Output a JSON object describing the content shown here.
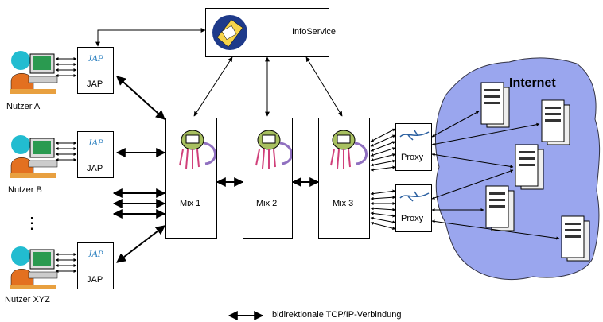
{
  "infoservice": {
    "label": "InfoService"
  },
  "users": [
    {
      "label": "Nutzer A"
    },
    {
      "label": "Nutzer B"
    },
    {
      "label": "Nutzer XYZ"
    }
  ],
  "ellipsis": "⋮",
  "jap": {
    "logo": "JAP",
    "label": "JAP"
  },
  "mixes": [
    {
      "label": "Mix 1"
    },
    {
      "label": "Mix 2"
    },
    {
      "label": "Mix 3"
    }
  ],
  "proxies": [
    {
      "label": "Proxy"
    },
    {
      "label": "Proxy"
    }
  ],
  "internet": {
    "label": "Internet",
    "color": "#9aa6ee"
  },
  "legend": {
    "label": "bidirektionale TCP/IP-Verbindung"
  }
}
